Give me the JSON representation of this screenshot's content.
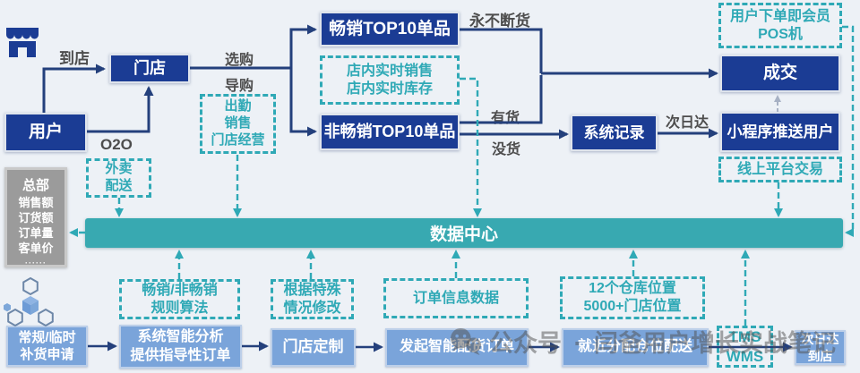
{
  "nodes": {
    "user": "用户",
    "store": "门店",
    "hot_top10": "畅销TOP10单品",
    "nonhot_top10": "非畅销TOP10单品",
    "system_record": "系统记录",
    "deal": "成交",
    "miniprogram_push": "小程序推送用户",
    "data_center": "数据中心"
  },
  "edge_labels": {
    "arrive_store": "到店",
    "select": "选购",
    "guide": "导购",
    "o2o": "O2O",
    "never_out_of_stock": "永不断货",
    "in_stock": "有货",
    "out_of_stock": "没货",
    "next_day": "次日达"
  },
  "dashed_notes": {
    "takeout_delivery": [
      "外卖",
      "配送"
    ],
    "store_ops": [
      "出勤",
      "销售",
      "门店经营"
    ],
    "realtime": [
      "店内实时销售",
      "店内实时库存"
    ],
    "member_pos": [
      "用户下单即会员",
      "POS机"
    ],
    "online_trade": "线上平台交易",
    "rules_algo": [
      "畅销/非畅销",
      "规则算法"
    ],
    "special_edit": [
      "根据特殊",
      "情况修改"
    ],
    "order_info": "订单信息数据",
    "locations": [
      "12个仓库位置",
      "5000+门店位置"
    ],
    "tms_wms": [
      "TMS",
      "WMS"
    ]
  },
  "hq_panel": {
    "title": "总部",
    "metrics": [
      "销售额",
      "订货额",
      "订单量",
      "客单价"
    ],
    "dots": "······"
  },
  "bottom_flow": {
    "replenish_request": [
      "常规/临时",
      "补货申请"
    ],
    "smart_analysis": [
      "系统智能分析",
      "提供指导性订单"
    ],
    "store_custom": "门店定制",
    "smart_order": "发起智能配货订单",
    "nearby_allocate": "就近分配仓位配送",
    "next_day_arrive": [
      "次日达",
      "到店"
    ]
  },
  "watermark": "公众号 · 闫爸用户增长实战笔记"
}
